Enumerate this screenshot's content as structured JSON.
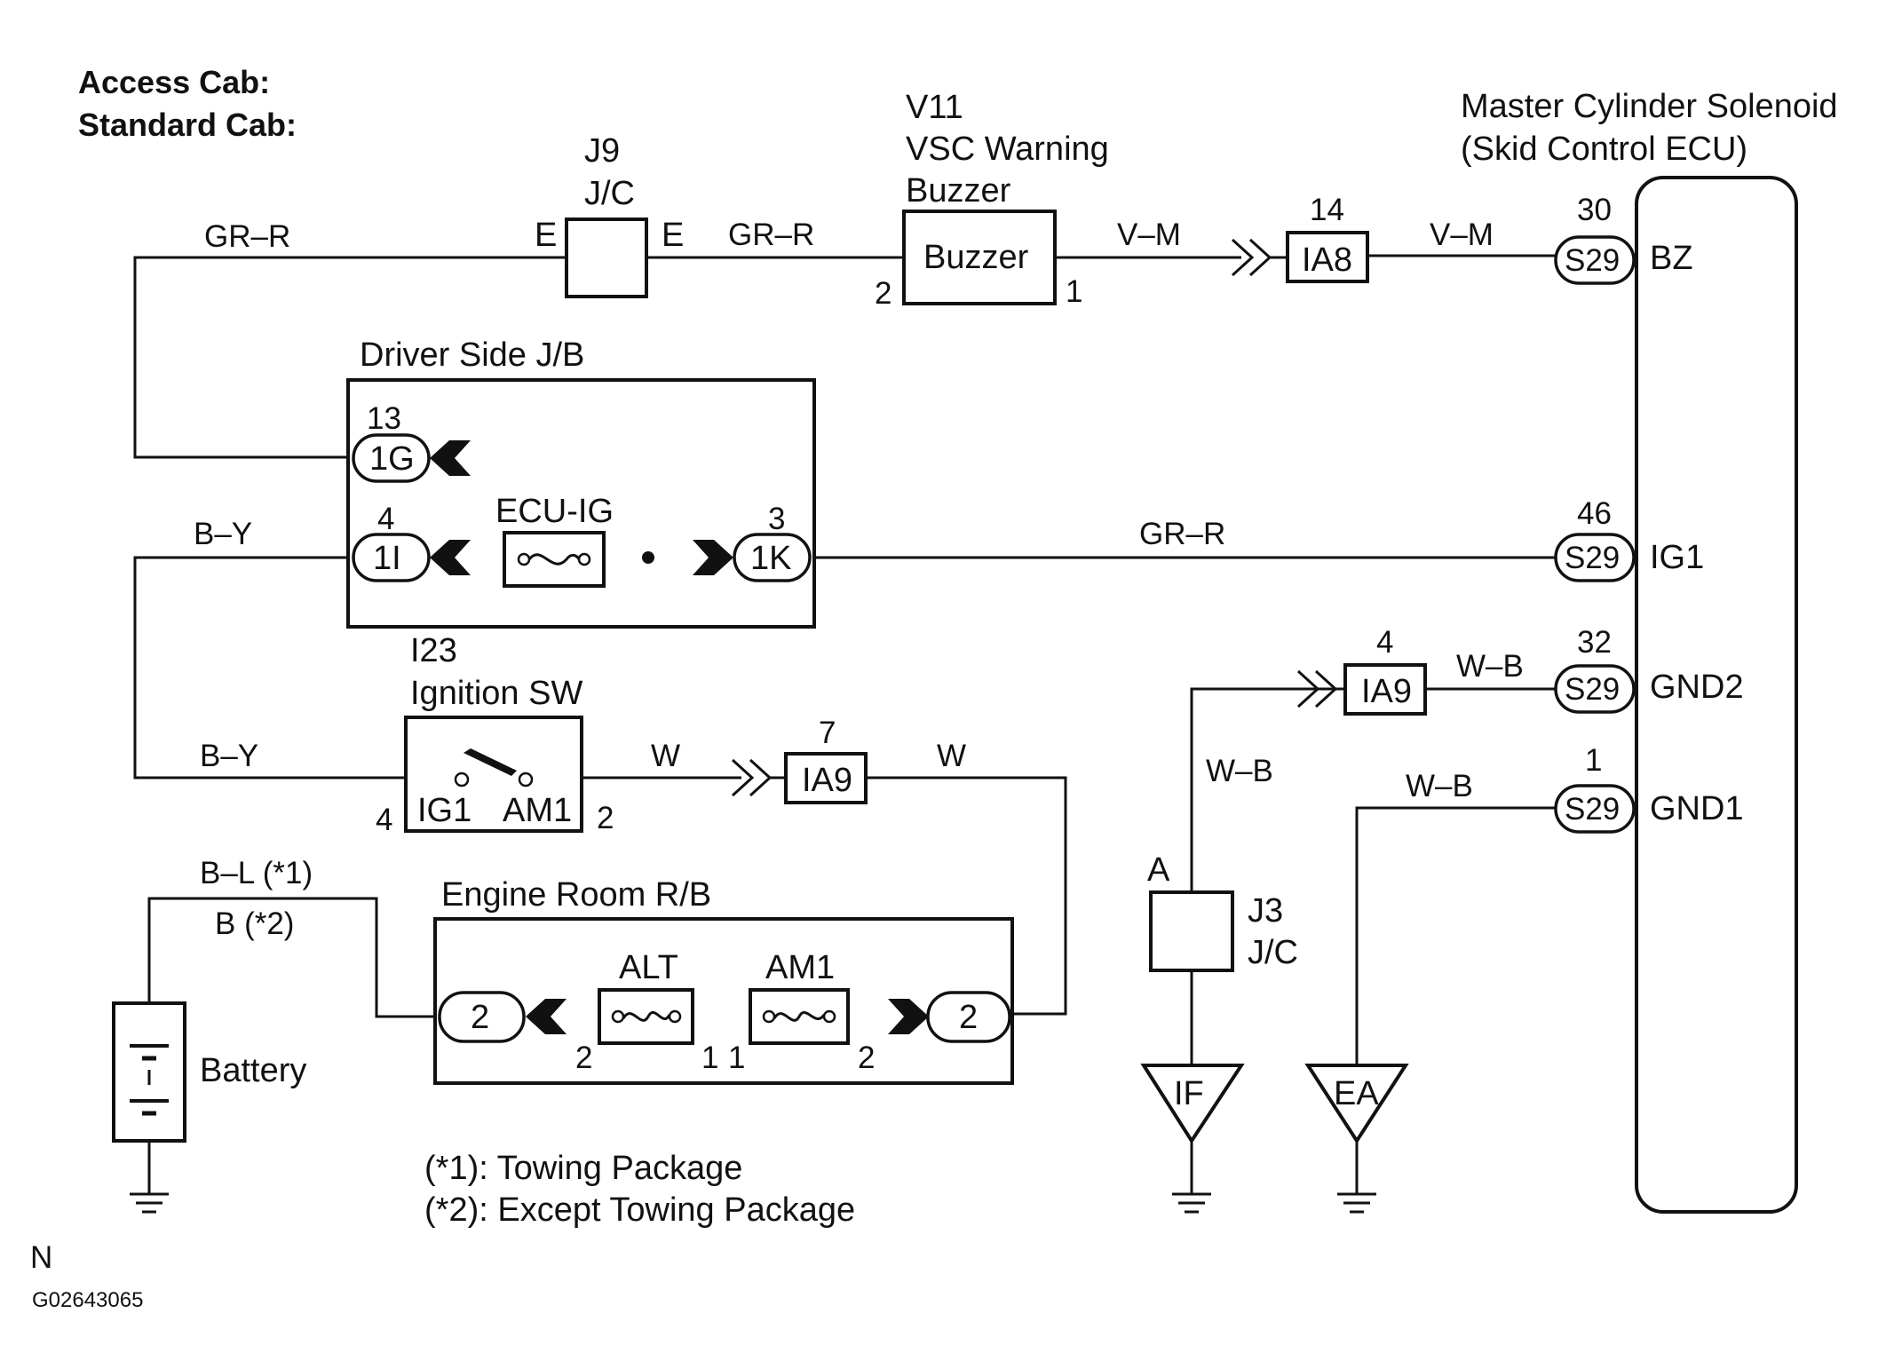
{
  "header": {
    "line1": "Access Cab:",
    "line2": "Standard Cab:"
  },
  "junction_j9": {
    "code": "J9",
    "type": "J/C",
    "pin_left": "E",
    "pin_right": "E"
  },
  "buzzer": {
    "code": "V11",
    "name_line1": "VSC Warning",
    "name_line2": "Buzzer",
    "box_label": "Buzzer",
    "pin_in": "2",
    "pin_out": "1"
  },
  "ecu": {
    "name_line1": "Master Cylinder Solenoid",
    "name_line2": "(Skid Control ECU)"
  },
  "ecu_pins": [
    {
      "pin": "30",
      "connector": "S29",
      "signal": "BZ"
    },
    {
      "pin": "46",
      "connector": "S29",
      "signal": "IG1"
    },
    {
      "pin": "32",
      "connector": "S29",
      "signal": "GND2"
    },
    {
      "pin": "1",
      "connector": "S29",
      "signal": "GND1"
    }
  ],
  "connectors": {
    "ia8": {
      "label": "IA8",
      "pin": "14"
    },
    "ia9_gnd": {
      "label": "IA9",
      "pin": "4"
    },
    "ia9_ign": {
      "label": "IA9",
      "pin": "7"
    }
  },
  "driver_jb": {
    "title": "Driver Side J/B",
    "fuse": "ECU-IG",
    "terminals": [
      {
        "pin": "13",
        "label": "1G"
      },
      {
        "pin": "4",
        "label": "1I"
      },
      {
        "pin": "3",
        "label": "1K"
      }
    ]
  },
  "ignition": {
    "code": "I23",
    "name": "Ignition SW",
    "term_left": "IG1",
    "term_right": "AM1",
    "pin_left": "4",
    "pin_right": "2"
  },
  "engine_rb": {
    "title": "Engine Room R/B",
    "fuse_alt": "ALT",
    "fuse_am1": "AM1",
    "terminal_left": "2",
    "terminal_right": "2",
    "alt_pin_left": "2",
    "alt_pin_right": "1",
    "am1_pin_left": "1",
    "am1_pin_right": "2"
  },
  "battery": {
    "label": "Battery"
  },
  "junction_j3": {
    "code": "J3",
    "type": "J/C",
    "pin": "A"
  },
  "grounds": {
    "g1": "IF",
    "g2": "EA"
  },
  "wires": {
    "gr_r_left": "GR–R",
    "gr_r_mid": "GR–R",
    "v_m_1": "V–M",
    "v_m_2": "V–M",
    "b_y_1": "B–Y",
    "gr_r_ig1": "GR–R",
    "b_y_2": "B–Y",
    "w_1": "W",
    "w_2": "W",
    "b_l": "B–L (*1)",
    "b_2": "B (*2)",
    "w_b_1": "W–B",
    "w_b_2": "W–B",
    "w_b_3": "W–B"
  },
  "notes": {
    "note1": "(*1): Towing Package",
    "note2": "(*2): Except Towing Package"
  },
  "footer": {
    "letter": "N",
    "figure_id": "G02643065"
  }
}
